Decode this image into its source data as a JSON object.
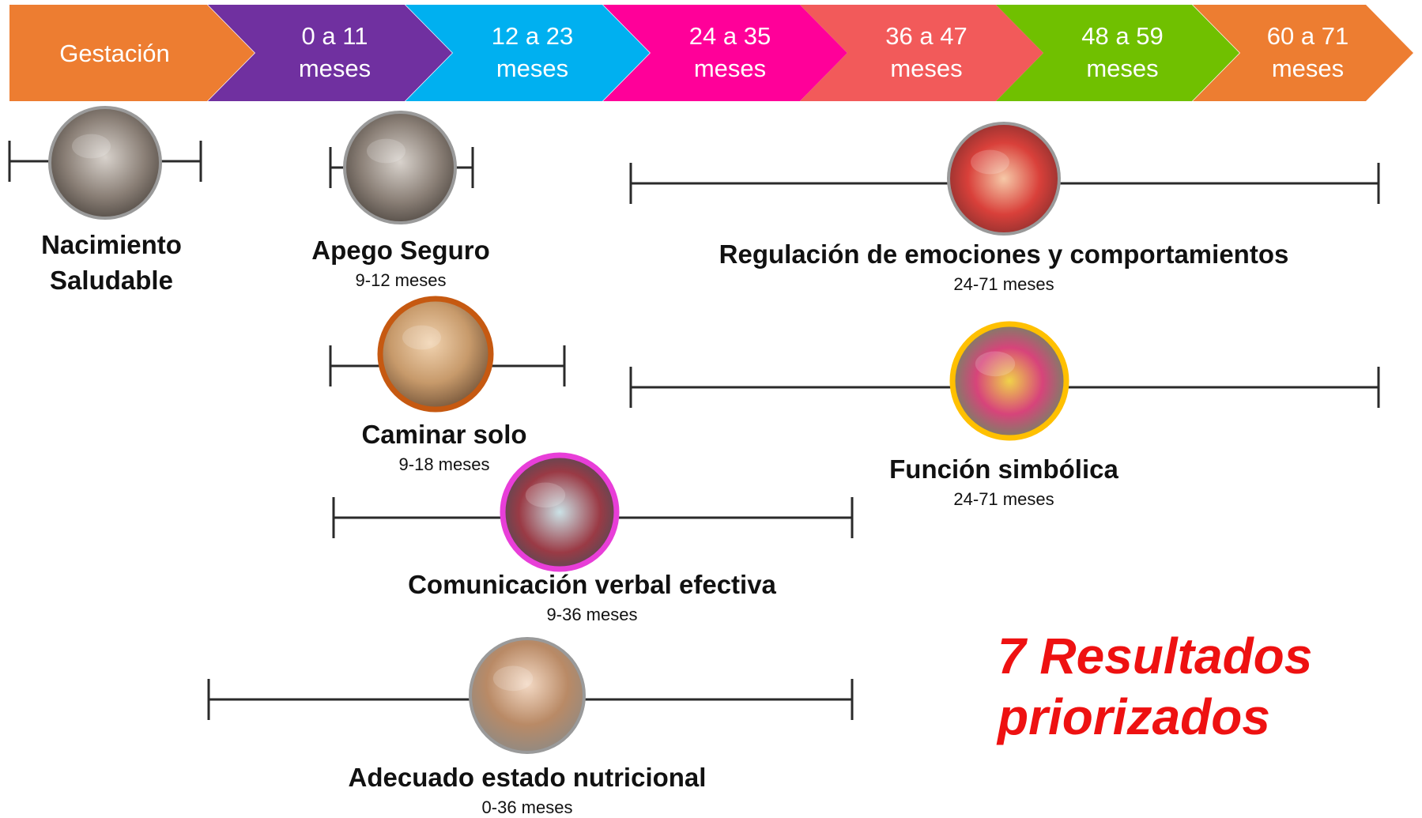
{
  "stages": [
    {
      "label": "Gestación",
      "color": "#ED7D31"
    },
    {
      "label": "0 a 11\nmeses",
      "color": "#7030A0"
    },
    {
      "label": "12 a 23\nmeses",
      "color": "#00B0F0"
    },
    {
      "label": "24 a 35\nmeses",
      "color": "#FF0099"
    },
    {
      "label": "36 a 47\nmeses",
      "color": "#F25A5A"
    },
    {
      "label": "48 a 59\nmeses",
      "color": "#70C000"
    },
    {
      "label": "60 a 71\nmeses",
      "color": "#ED7D31"
    }
  ],
  "results": [
    {
      "id": "nacimiento",
      "title": "Nacimiento\nSaludable",
      "range": "",
      "photo": "prenatal-checkup-photo",
      "ring": "#9a9a9a"
    },
    {
      "id": "apego",
      "title": "Apego Seguro",
      "range": "9-12 meses",
      "photo": "infant-photo",
      "ring": "#9a9a9a"
    },
    {
      "id": "regulacion",
      "title": "Regulación de emociones y comportamientos",
      "range": "24-71 meses",
      "photo": "children-hugging-photo",
      "ring": "#9a9a9a"
    },
    {
      "id": "caminar",
      "title": "Caminar solo",
      "range": "9-18 meses",
      "photo": "toddler-walking-photo",
      "ring": "#C65911"
    },
    {
      "id": "simbolica",
      "title": "Función simbólica",
      "range": "24-71 meses",
      "photo": "child-playing-photo",
      "ring": "#FFC000"
    },
    {
      "id": "comunicacion",
      "title": "Comunicación verbal efectiva",
      "range": "9-36 meses",
      "photo": "adult-child-talking-photo",
      "ring": "#E83ED8"
    },
    {
      "id": "nutricion",
      "title": "Adecuado estado nutricional",
      "range": "0-36 meses",
      "photo": "child-eating-photo",
      "ring": "#9a9a9a"
    }
  ],
  "summary": {
    "line1": "7 Resultados",
    "line2": "priorizados"
  }
}
